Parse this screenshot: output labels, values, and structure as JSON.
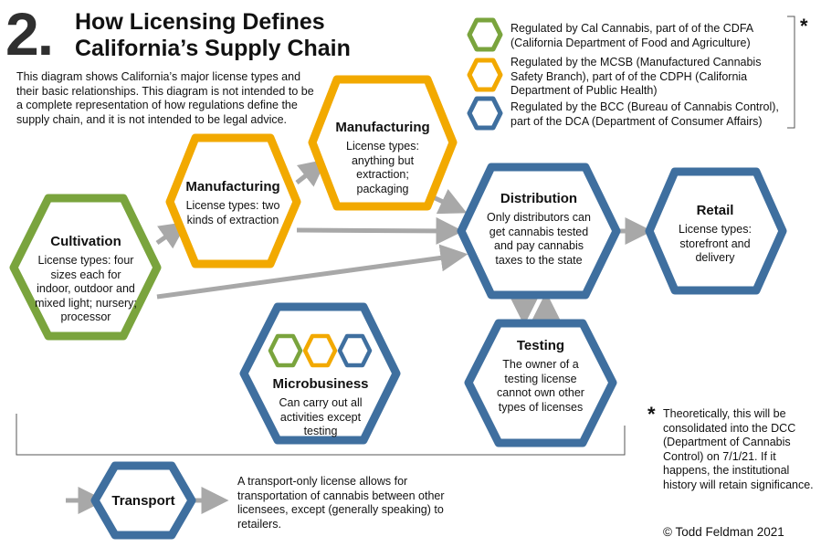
{
  "header": {
    "number": "2.",
    "title_line1": "How Licensing Defines",
    "title_line2": "California’s Supply Chain",
    "intro": "This diagram shows California’s major license types and their basic relationships. This diagram is not intended to be a complete representation of how regulations define the supply chain, and it is not intended to be legal advice."
  },
  "legend": {
    "items": [
      {
        "color": "#7aa43d",
        "text": "Regulated by Cal Cannabis, part of of the CDFA (California Department of Food and Agriculture)"
      },
      {
        "color": "#f2a900",
        "text": "Regulated by the MCSB (Manufactured Cannabis Safety Branch), part of of the CDPH (California Department of Public Health)"
      },
      {
        "color": "#3f6f9f",
        "text": "Regulated by the BCC (Bureau of Cannabis Control), part of the DCA (Department of Consumer Affairs)"
      }
    ],
    "asterisk": "*"
  },
  "nodes": {
    "cultivation": {
      "title": "Cultivation",
      "body": "License types: four sizes each for indoor, outdoor and mixed light; nursery; processor"
    },
    "manufacturing1": {
      "title": "Manufacturing",
      "body": "License types: two kinds of extraction"
    },
    "manufacturing2": {
      "title": "Manufacturing",
      "body": "License types: anything but extraction; packaging"
    },
    "distribution": {
      "title": "Distribution",
      "body": "Only distributors can get cannabis tested and pay cannabis taxes to the state"
    },
    "retail": {
      "title": "Retail",
      "body": "License types: storefront and delivery"
    },
    "testing": {
      "title": "Testing",
      "body": "The owner of a testing license cannot own other types of licenses"
    },
    "microbusiness": {
      "title": "Microbusiness",
      "body": "Can carry out all activities except testing"
    },
    "transport": {
      "title": "Transport"
    }
  },
  "transport_text": "A transport-only license allows for transportation of cannabis between other licensees, except (generally speaking) to retailers.",
  "note": {
    "asterisk": "*",
    "text": "Theoretically, this will be consolidated into the DCC (Department of Cannabis Control) on 7/1/21. If it happens, the institutional history will retain significance."
  },
  "copyright": "© Todd Feldman 2021",
  "colors": {
    "green": "#7aa43d",
    "orange": "#f2a900",
    "blue": "#3f6f9f",
    "arrow": "#a8a8a8"
  }
}
